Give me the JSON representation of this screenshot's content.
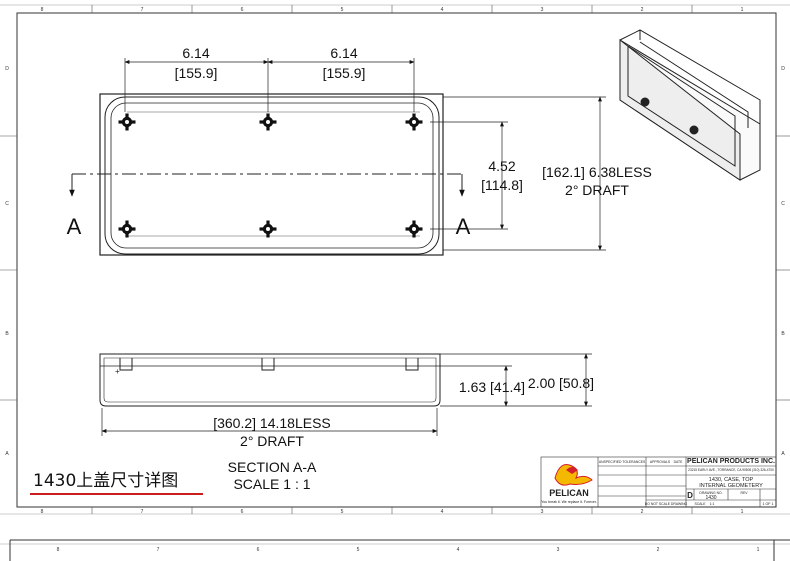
{
  "dimensions": {
    "width_a": "6.14",
    "width_a_mm": "[155.9]",
    "width_b": "6.14",
    "width_b_mm": "[155.9]",
    "hole_spacing": "4.52",
    "hole_spacing_mm": "[114.8]",
    "inner_width_line1": "[162.1] 6.38LESS",
    "inner_width_line2": "2° DRAFT",
    "section_depth": "1.63 [41.4]",
    "section_height": "2.00 [50.8]",
    "length_line1": "[360.2] 14.18LESS",
    "length_line2": "2° DRAFT"
  },
  "section_markers": {
    "left": "A",
    "right": "A"
  },
  "section_label": {
    "title": "SECTION A-A",
    "scale": "SCALE 1 : 1"
  },
  "caption": "1430上盖尺寸详图",
  "title_block": {
    "company": "PELICAN PRODUCTS INC.",
    "address": "23215 EARLY AVE., TORRANCE, CA 90505 (310) 326-4700",
    "brand": "PELICAN",
    "tagline": "You break it. We replace it. Forever.",
    "title_line1": "1430, CASE, TOP",
    "title_line2": "INTERNAL GEOMETERY",
    "size": "D",
    "drawing_no_label": "DRAWING NO.",
    "drawing_no": "1430",
    "rev_label": "REV",
    "scale_label": "SCALE",
    "scale_value": "1:1",
    "sheet": "1 OF 1",
    "do_not_scale": "DO NOT SCALE DRAWING",
    "tolerances": "UNSPECIFIED TOLERANCES",
    "approvals": "APPROVALS",
    "date": "DATE"
  },
  "border_zones": {
    "top_numbers": [
      "8",
      "7",
      "6",
      "5",
      "4",
      "3",
      "2",
      "1"
    ],
    "bottom_numbers": [
      "8",
      "7",
      "6",
      "5",
      "4",
      "3",
      "2",
      "1"
    ],
    "left_letters": [
      "D",
      "C",
      "B",
      "A"
    ],
    "right_letters": [
      "D",
      "C",
      "B",
      "A"
    ],
    "second_sheet_numbers": [
      "8",
      "7",
      "6",
      "5",
      "4",
      "3",
      "2",
      "1"
    ]
  },
  "colors": {
    "line": "#1a1a1a",
    "caption_underline": "#c81e1e",
    "pelican_yellow": "#f5b800",
    "pelican_red": "#d4202a"
  }
}
